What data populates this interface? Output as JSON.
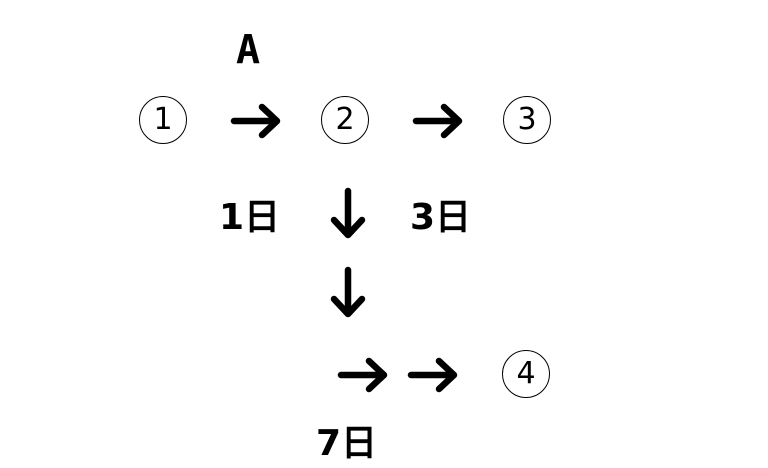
{
  "diagram": {
    "top_label": "A",
    "nodes": [
      "1",
      "2",
      "3",
      "4"
    ],
    "edge_labels": {
      "first": "1日",
      "second": "3日",
      "third": "7日"
    }
  },
  "colors": {
    "ink": "#000000",
    "background": "#ffffff"
  }
}
